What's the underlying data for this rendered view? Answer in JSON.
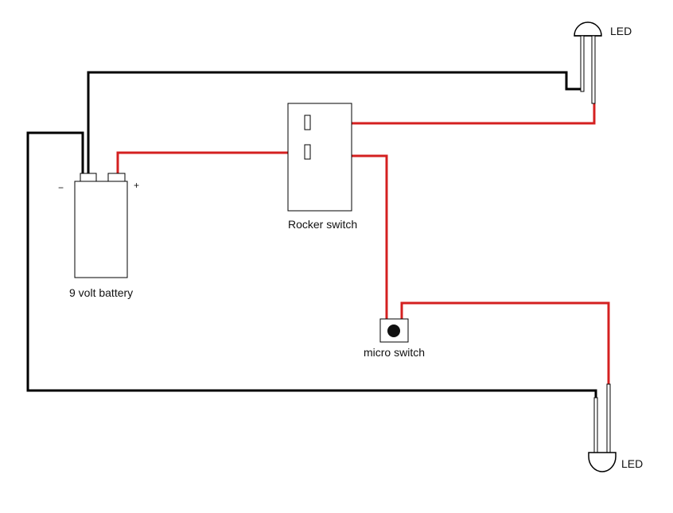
{
  "labels": {
    "led_top": "LED",
    "led_bottom": "LED",
    "battery": "9 volt battery",
    "battery_minus": "−",
    "battery_plus": "+",
    "rocker_switch": "Rocker switch",
    "micro_switch": "micro switch"
  },
  "colors": {
    "background": "#ffffff",
    "wire_black": "#000000",
    "wire_red": "#d42020",
    "outline": "#000000"
  }
}
